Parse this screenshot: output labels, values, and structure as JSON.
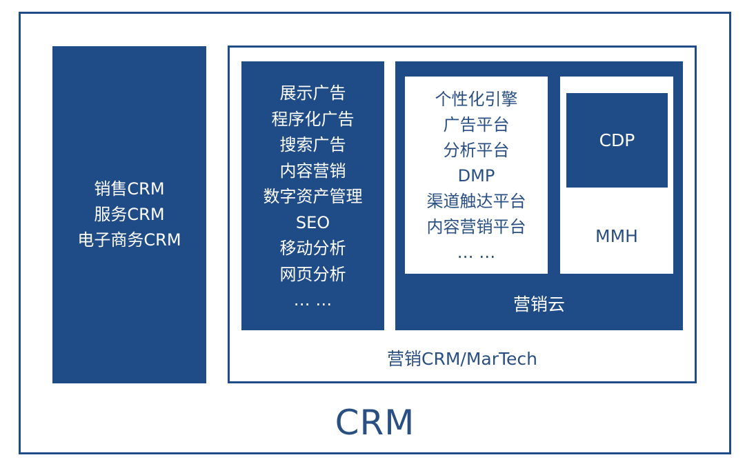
{
  "diagram": {
    "crm_label": "CRM",
    "sales_crm": {
      "items": [
        "销售CRM",
        "服务CRM",
        "电子商务CRM"
      ]
    },
    "martech": {
      "label": "营销CRM/MarTech",
      "ad_channels": {
        "items": [
          "展示广告",
          "程序化广告",
          "搜索广告",
          "内容营销",
          "数字资产管理",
          "SEO",
          "移动分析",
          "网页分析",
          "… …"
        ]
      },
      "marketing_cloud": {
        "label": "营销云",
        "engines": {
          "items": [
            "个性化引擎",
            "广告平台",
            "分析平台",
            "DMP",
            "渠道触达平台",
            "内容营销平台",
            "… …"
          ]
        },
        "cdp_label": "CDP",
        "mmh_label": "MMH"
      }
    },
    "colors": {
      "primary_blue": "#1f4b86",
      "text_blue": "#2a4f82",
      "background": "#ffffff"
    }
  }
}
